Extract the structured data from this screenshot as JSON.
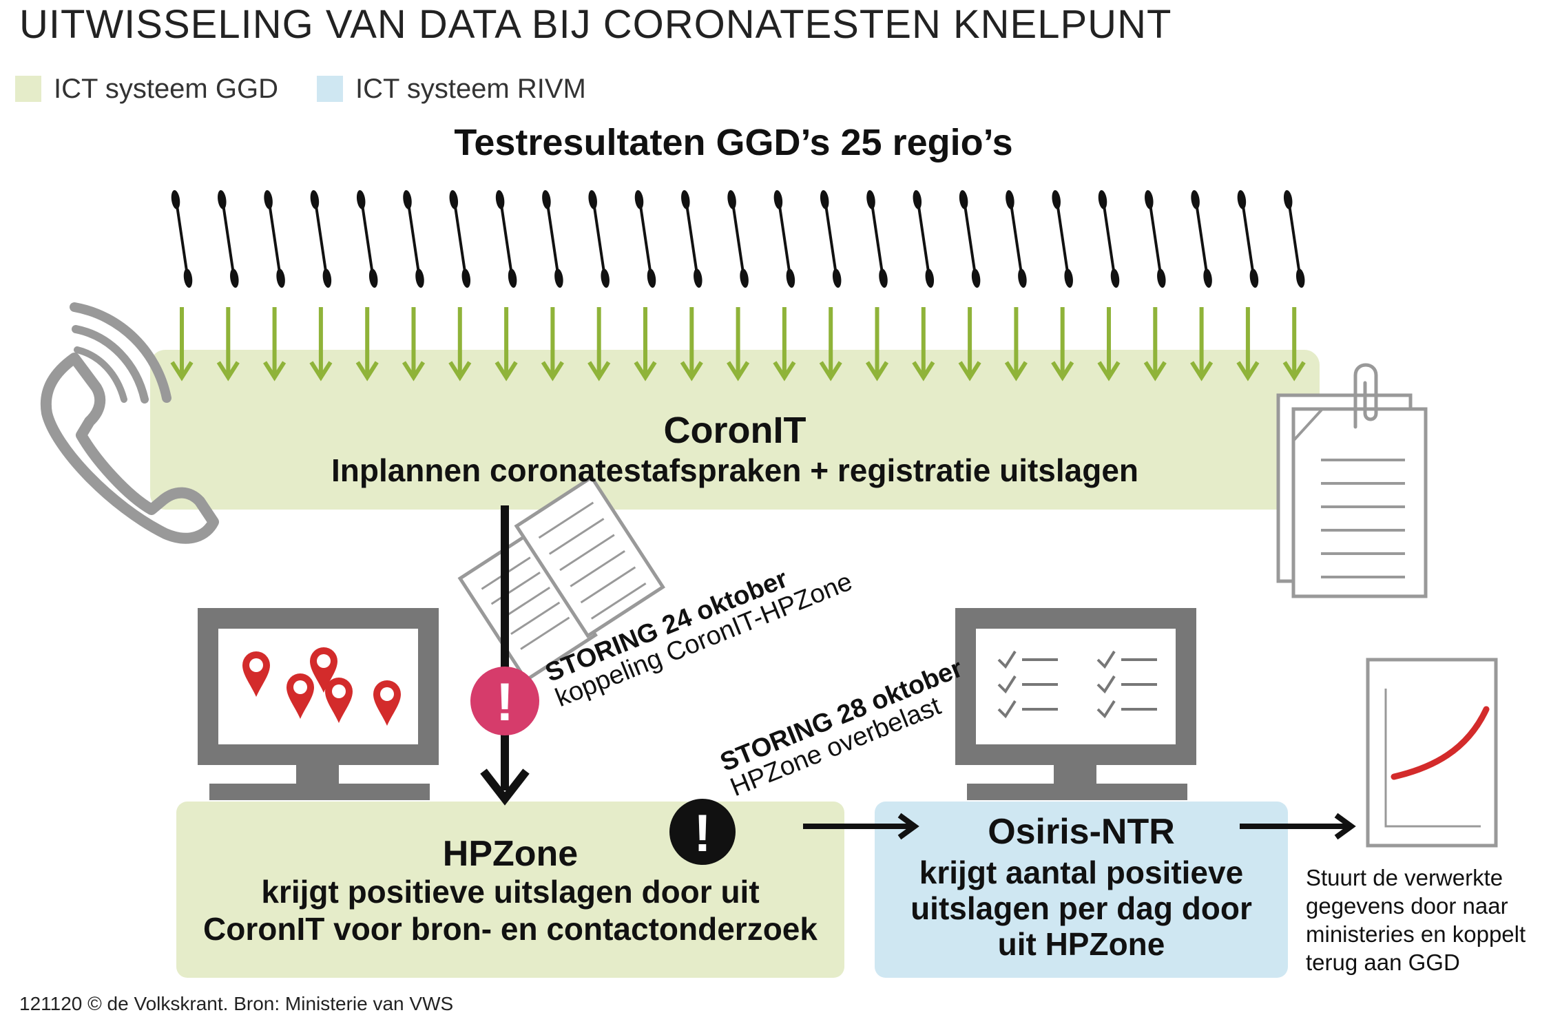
{
  "title": "UITWISSELING VAN DATA BIJ CORONATESTEN KNELPUNT",
  "legend": [
    {
      "label": "ICT systeem GGD",
      "color": "#e5ecc9"
    },
    {
      "label": "ICT systeem RIVM",
      "color": "#cfe7f2"
    }
  ],
  "subtitle": "Testresultaten GGD’s 25 regio’s",
  "swab_count": 25,
  "colors": {
    "arrow_green": "#8fb339",
    "pin_red": "#d32b2b",
    "alert_pink": "#d63c6b",
    "chart_line": "#d32b2b",
    "gray": "#999999"
  },
  "boxes": {
    "coronit": {
      "name": "CoronIT",
      "desc": "Inplannen coronatestafspraken + registratie uitslagen"
    },
    "hpzone": {
      "name": "HPZone",
      "desc_1": "krijgt positieve uitslagen door uit",
      "desc_2": "CoronIT voor bron- en contactonderzoek"
    },
    "osiris": {
      "name": "Osiris-NTR",
      "desc_1": "krijgt aantal positieve",
      "desc_2": "uitslagen per dag door",
      "desc_3": "uit HPZone"
    }
  },
  "alerts": {
    "storing1": {
      "title": "STORING 24 oktober",
      "desc": "koppeling CoronIT-HPZone"
    },
    "storing2": {
      "title": "STORING 28 oktober",
      "desc": "HPZone overbelast"
    },
    "alert_symbol": "!"
  },
  "note": [
    "Stuurt de verwerkte",
    "gegevens door naar",
    "ministeries en koppelt",
    "terug aan GGD"
  ],
  "credit": "121120 © de Volkskrant. Bron: Ministerie van VWS"
}
